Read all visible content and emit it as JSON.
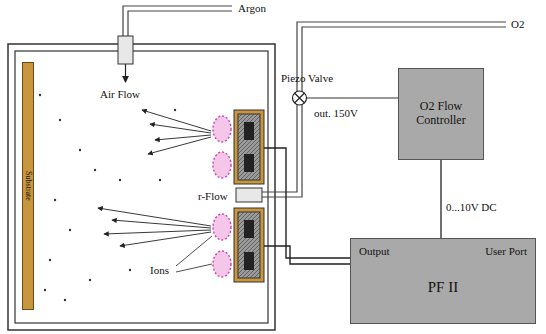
{
  "diagram": {
    "nodes": [
      {
        "text": [
          "Substrate"
        ]
      },
      {
        "text": [
          "O2 Flow Controller"
        ]
      },
      {
        "text": [
          "Output",
          "User Port",
          "PF II"
        ]
      }
    ],
    "edges": [
      {
        "from": 1,
        "to": 2,
        "arrow": "none",
        "label": "0...10V DC"
      }
    ],
    "labels": [
      "Argon",
      "O2",
      "Piezo Valve",
      "out. 150V",
      "Air Flow",
      "r-Flow",
      "Ions"
    ]
  }
}
